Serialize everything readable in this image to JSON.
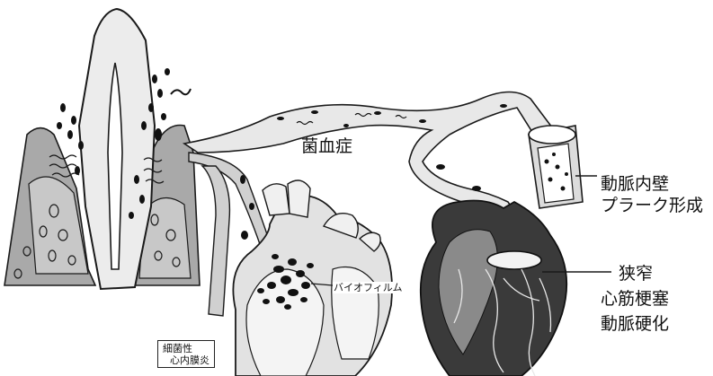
{
  "labels": {
    "bacteremia": "菌血症",
    "plaque_line1": "動脈内壁",
    "plaque_line2": "プラーク形成",
    "stenosis": "狭窄",
    "infarction": "心筋梗塞",
    "sclerosis": "動脈硬化",
    "biofilm": "バイオフィルム",
    "endocarditis_line1": "細菌性",
    "endocarditis_line2": "心内膜炎"
  },
  "colors": {
    "bone": "#a9a9a9",
    "gum": "#d6d6d6",
    "vessel": "#e8e8e8",
    "outline": "#1a1a1a",
    "heart_dark": "#2b2b2b"
  }
}
